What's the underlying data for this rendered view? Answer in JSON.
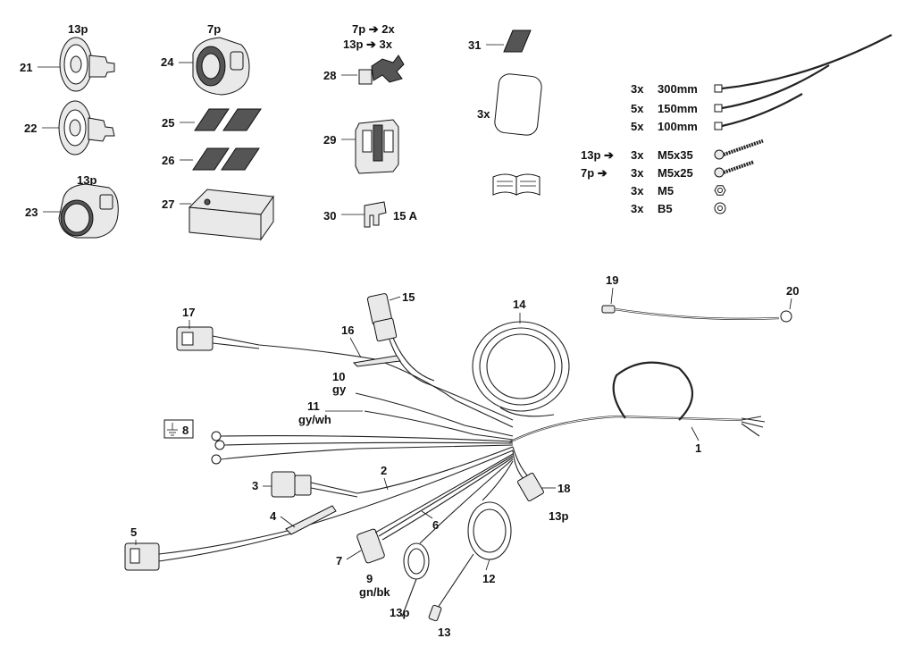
{
  "parts_top": {
    "p21": {
      "num": "21",
      "size": "13p"
    },
    "p22": {
      "num": "22"
    },
    "p23": {
      "num": "23",
      "size": "13p"
    },
    "p24": {
      "num": "24",
      "size": "7p"
    },
    "p25": {
      "num": "25"
    },
    "p26": {
      "num": "26"
    },
    "p27": {
      "num": "27"
    },
    "p28": {
      "num": "28",
      "line1": "7p ➔ 2x",
      "line2": "13p ➔ 3x"
    },
    "p29": {
      "num": "29"
    },
    "p30": {
      "num": "30",
      "fuse": "15 A"
    },
    "p31": {
      "num": "31"
    },
    "pad": {
      "qty": "3x"
    }
  },
  "hardware": [
    {
      "prefix": "",
      "qty": "3x",
      "spec": "300mm",
      "icon": "cable-tie-icon"
    },
    {
      "prefix": "",
      "qty": "5x",
      "spec": "150mm",
      "icon": "cable-tie-icon"
    },
    {
      "prefix": "",
      "qty": "5x",
      "spec": "100mm",
      "icon": "cable-tie-icon"
    },
    {
      "prefix": "13p ➔",
      "qty": "3x",
      "spec": "M5x35",
      "icon": "screw-icon"
    },
    {
      "prefix": "7p ➔",
      "qty": "3x",
      "spec": "M5x25",
      "icon": "screw-icon"
    },
    {
      "prefix": "",
      "qty": "3x",
      "spec": "M5",
      "icon": "nut-icon"
    },
    {
      "prefix": "",
      "qty": "3x",
      "spec": "B5",
      "icon": "washer-icon"
    }
  ],
  "harness": {
    "n1": "1",
    "n2": "2",
    "n3": "3",
    "n4": "4",
    "n5": "5",
    "n6": "6",
    "n7": "7",
    "n8": "8",
    "n9": "9",
    "n10": "10",
    "n11": "11",
    "n12": "12",
    "n13": "13",
    "n14": "14",
    "n15": "15",
    "n16": "16",
    "n17": "17",
    "n18": "18",
    "n19": "19",
    "n20": "20",
    "c10": "gy",
    "c11": "gy/wh",
    "c9": "gn/bk",
    "s9": "13p",
    "s18": "13p"
  },
  "icons": [
    "ground-symbol-icon",
    "manual-book-icon",
    "fuse-icon"
  ]
}
